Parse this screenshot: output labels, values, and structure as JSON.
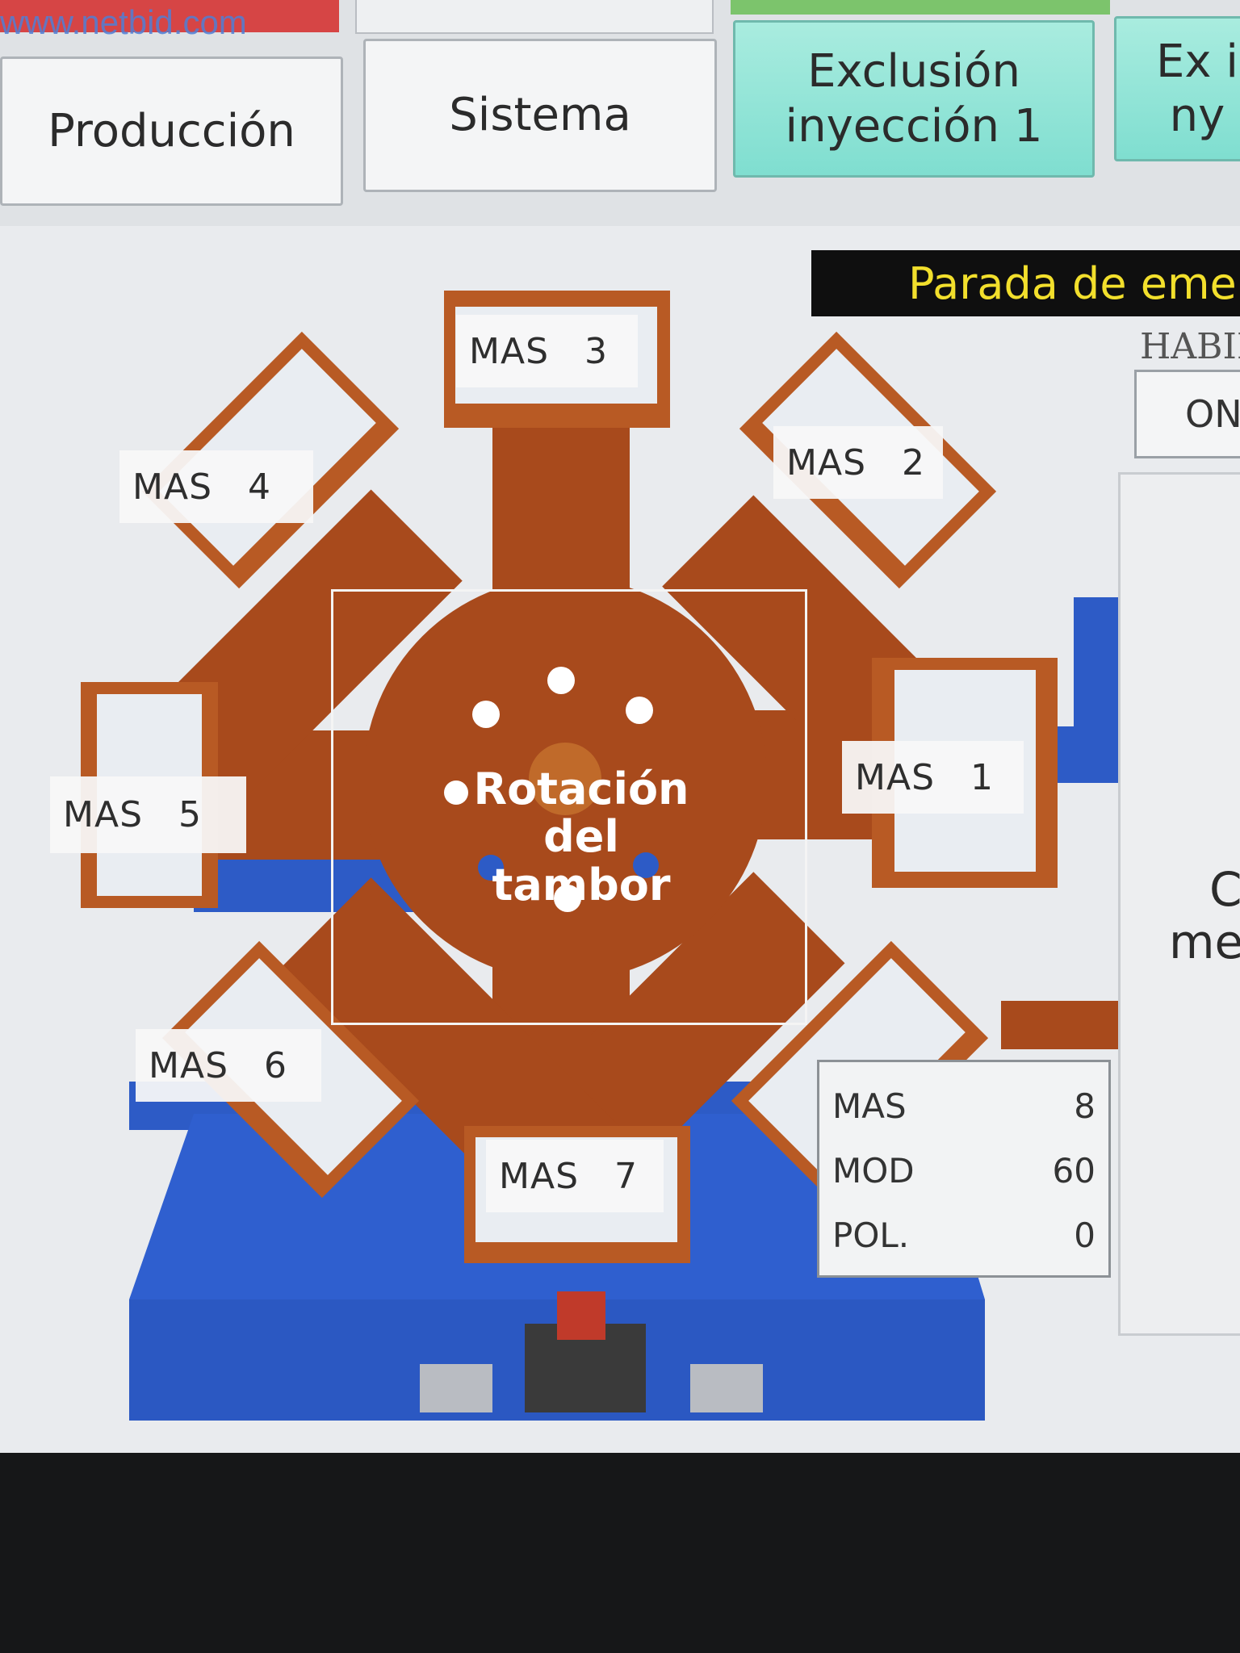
{
  "watermark": "www.netbid.com",
  "tabs": [
    {
      "label": "Producción"
    },
    {
      "label": "Sistema"
    },
    {
      "label": "Exclusión inyección 1"
    },
    {
      "label": "Ex iny"
    }
  ],
  "status": {
    "emergency": "Parada de emer",
    "habil_label": "HABIL",
    "on_label": "ON"
  },
  "right_panel": {
    "text_line1": "C",
    "text_line2": "me"
  },
  "machine": {
    "rotate_label_line1": "Rotación",
    "rotate_label_line2": "del tambor",
    "stations": [
      {
        "prefix": "MAS",
        "number": "1"
      },
      {
        "prefix": "MAS",
        "number": "2"
      },
      {
        "prefix": "MAS",
        "number": "3"
      },
      {
        "prefix": "MAS",
        "number": "4"
      },
      {
        "prefix": "MAS",
        "number": "5"
      },
      {
        "prefix": "MAS",
        "number": "6"
      },
      {
        "prefix": "MAS",
        "number": "7"
      }
    ]
  },
  "info": {
    "rows": [
      {
        "label": "MAS",
        "value": "8"
      },
      {
        "label": "MOD",
        "value": "60"
      },
      {
        "label": "POL.",
        "value": "0"
      }
    ]
  },
  "colors": {
    "drum": "#a84a1c",
    "base": "#2d5bc6",
    "emergency_text": "#f2df2c",
    "cyan_button": "#7fded0"
  }
}
